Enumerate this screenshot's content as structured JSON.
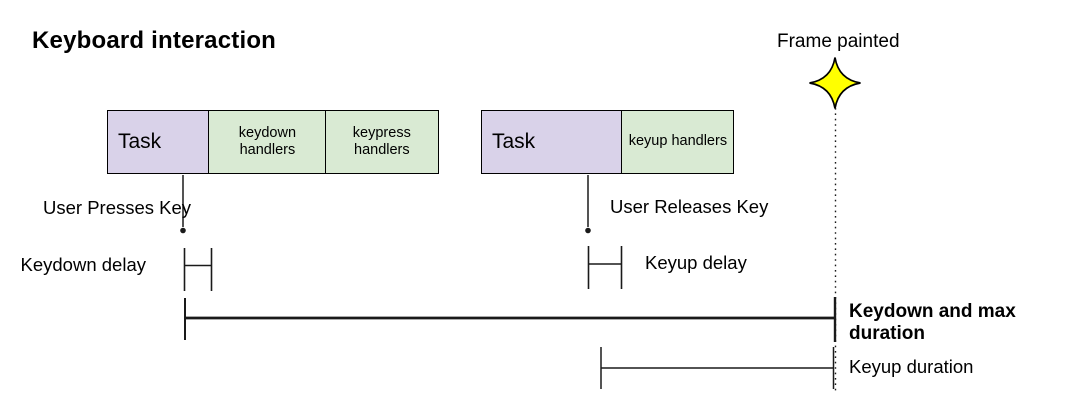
{
  "title": "Keyboard interaction",
  "annotations": {
    "frame_painted": "Frame painted"
  },
  "timeline": {
    "keydown_sequence": {
      "task": "Task",
      "handlers": [
        "keydown handlers",
        "keypress handlers"
      ],
      "event_label": "User Presses Key"
    },
    "keyup_sequence": {
      "task": "Task",
      "handlers": [
        "keyup handlers"
      ],
      "event_label": "User Releases Key"
    }
  },
  "measurements": {
    "keydown_delay": "Keydown delay",
    "keyup_delay": "Keyup delay",
    "keydown_duration": "Keydown and max duration",
    "keyup_duration": "Keyup duration"
  },
  "icons": {
    "frame_painted_marker": "four-point-star-icon"
  },
  "colors": {
    "task_fill": "#d9d2e9",
    "handlers_fill": "#d9ead3",
    "star_fill": "#ffff00",
    "star_stroke": "#000000",
    "line_color": "#1a1a1a"
  }
}
